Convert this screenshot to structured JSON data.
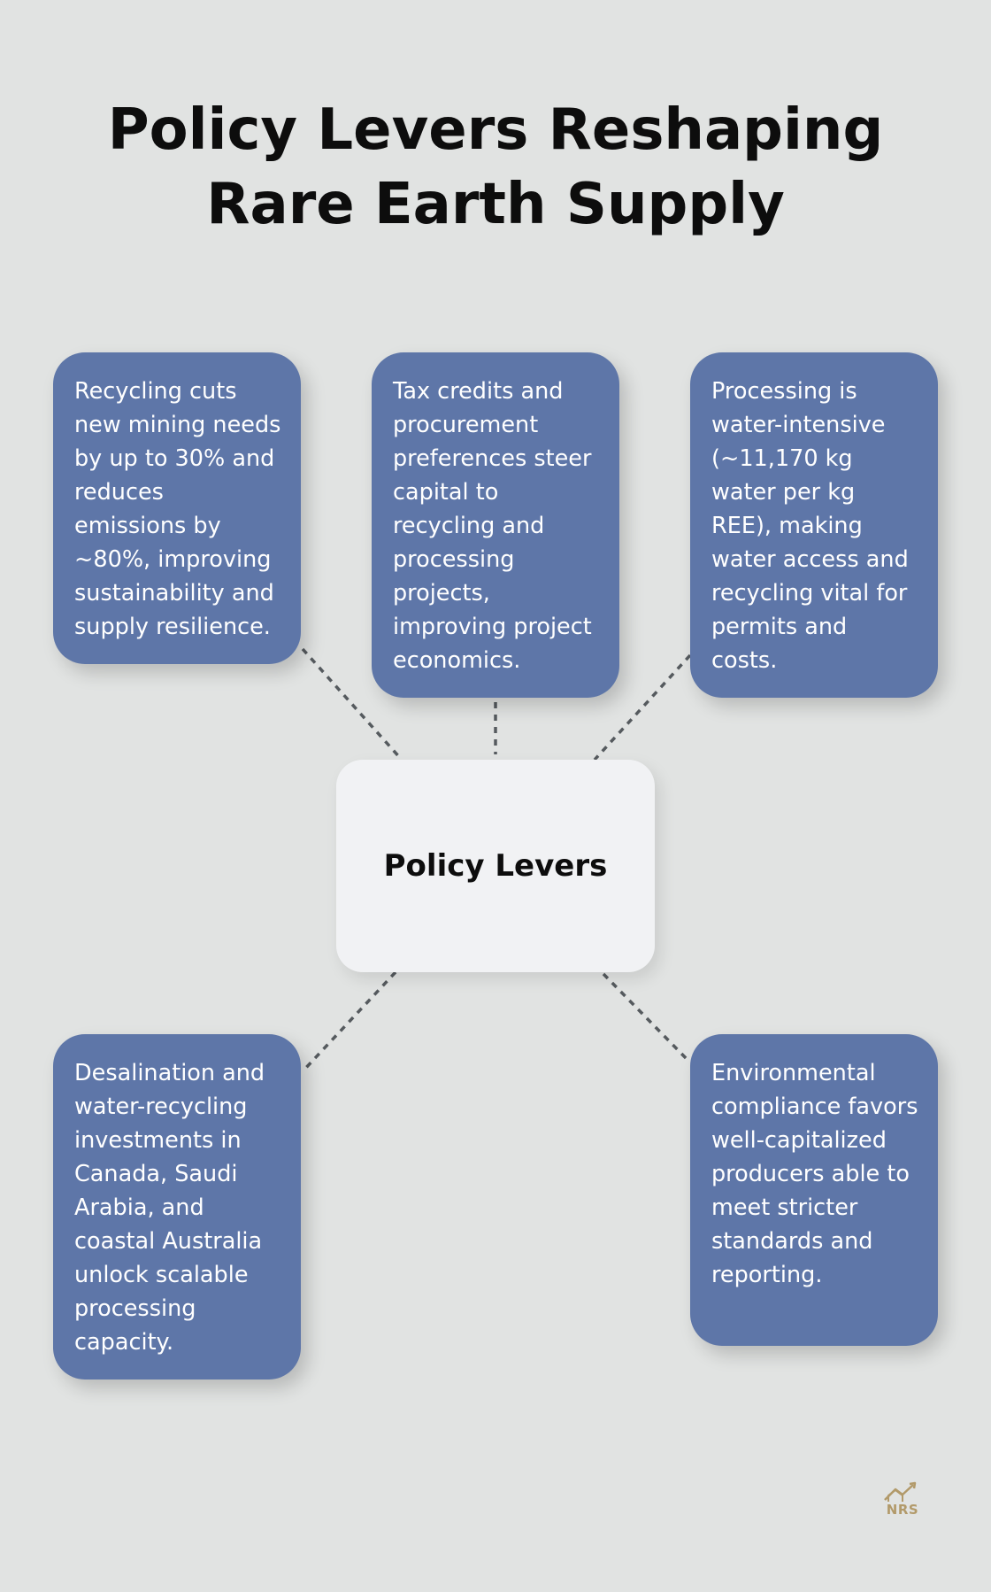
{
  "title": "Policy Levers Reshaping Rare Earth Supply",
  "hub": {
    "label": "Policy Levers"
  },
  "cards": [
    {
      "text": "Recycling cuts new mining needs by up to 30% and reduces emissions by ~80%, improving sustainability and supply resilience."
    },
    {
      "text": "Tax credits and procurement preferences steer capital to recycling and processing projects, improving project economics."
    },
    {
      "text": "Processing is water-intensive (~11,170 kg water per kg REE), making water access and recycling vital for permits and costs."
    },
    {
      "text": "Desalination and water-recycling investments in Canada, Saudi Arabia, and coastal Australia unlock scalable processing capacity."
    },
    {
      "text": "Environmental compliance favors well-capitalized producers able to meet stricter standards and reporting."
    }
  ],
  "logo": {
    "text": "NRS",
    "icon": "house-chart-icon",
    "color": "#b29a6a"
  },
  "colors": {
    "background": "#e1e3e2",
    "card": "#5e76a8",
    "hub": "#f1f2f4",
    "connector": "#555a5e"
  }
}
